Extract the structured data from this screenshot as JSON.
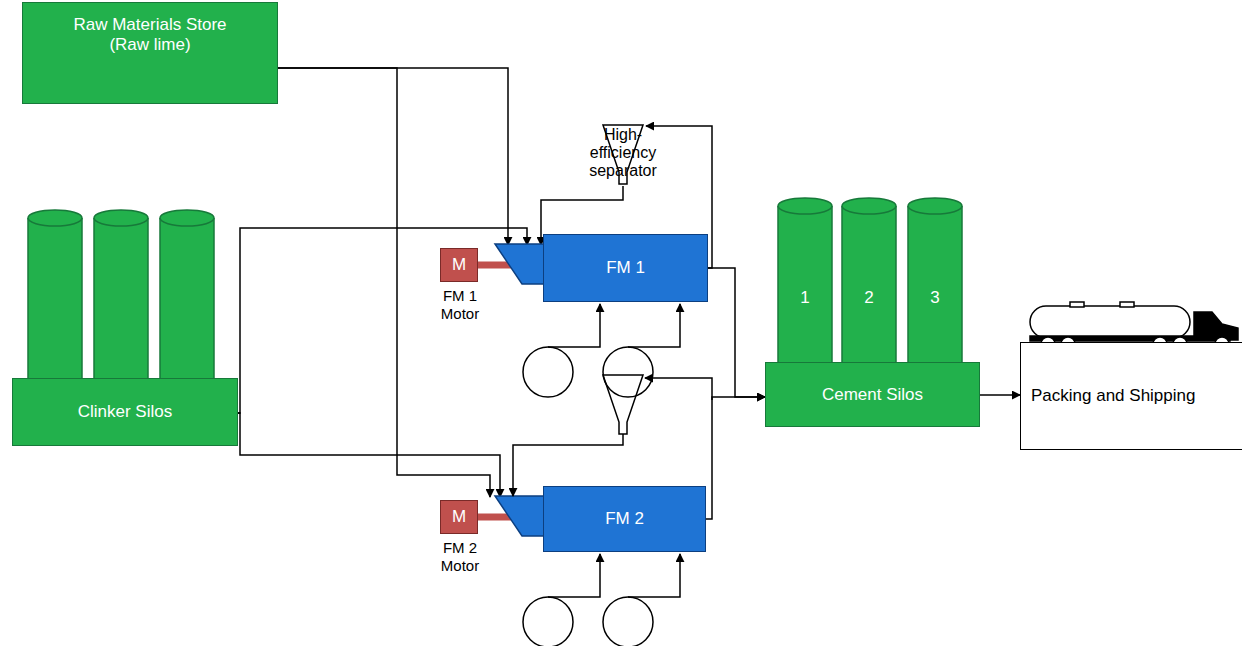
{
  "diagram": {
    "nodes": [
      {
        "text": [
          "Raw Materials Store (Raw lime)"
        ]
      },
      {
        "text": [
          "High-efficiency separator"
        ]
      },
      {
        "text": [
          "Clinker Silos"
        ]
      },
      {
        "text": [
          "FM 1"
        ]
      },
      {
        "text": [
          "M",
          "FM 1 Motor"
        ]
      },
      {
        "text": [
          "1"
        ]
      },
      {
        "text": [
          "2"
        ]
      },
      {
        "text": [
          "3"
        ]
      },
      {
        "text": [
          "Cement Silos"
        ]
      },
      {
        "text": [
          "Packing and Shipping"
        ]
      },
      {
        "text": [
          "FM 2"
        ]
      },
      {
        "text": [
          "M",
          "FM 2 Motor"
        ]
      }
    ],
    "edges": [
      {
        "from": 0,
        "to": 3,
        "arrow": "to"
      },
      {
        "from": 0,
        "to": 10,
        "arrow": "to"
      },
      {
        "from": 2,
        "to": 3,
        "arrow": "to"
      },
      {
        "from": 2,
        "to": 10,
        "arrow": "to"
      },
      {
        "from": 3,
        "to": 1,
        "arrow": "to"
      },
      {
        "from": 1,
        "to": 3,
        "arrow": "to"
      },
      {
        "from": 4,
        "to": 3,
        "arrow": "none"
      },
      {
        "from": 3,
        "to": 8,
        "arrow": "to"
      },
      {
        "from": 10,
        "to": 8,
        "arrow": "to"
      },
      {
        "from": 11,
        "to": 10,
        "arrow": "none"
      },
      {
        "from": 8,
        "to": 9,
        "arrow": "to"
      }
    ]
  }
}
